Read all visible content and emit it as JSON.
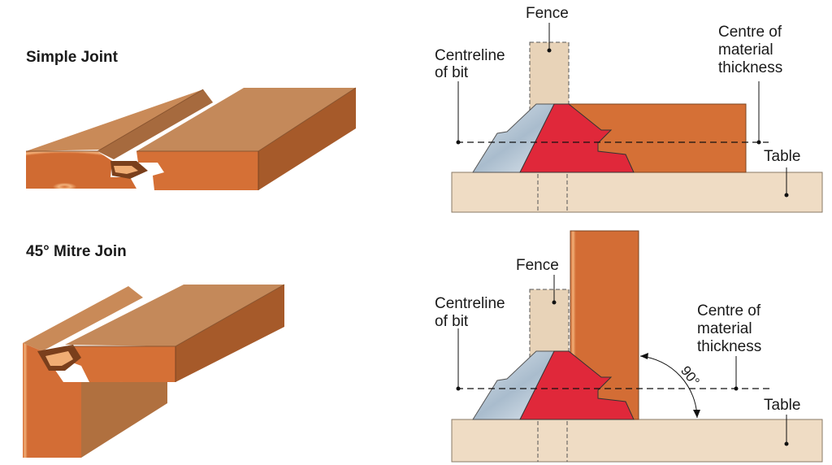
{
  "colors": {
    "wood_top": "#c98a58",
    "wood_side": "#a85d2c",
    "wood_face": "#d9773e",
    "wood_ring": "#f2b27c",
    "fence": "#e8d3b8",
    "table": "#efdcc4",
    "cutter_red": "#e0283a",
    "cutter_steel": "#b9c8d6"
  },
  "left": {
    "simple_title": "Simple Joint",
    "mitre_title": "45° Mitre Join"
  },
  "top_diagram": {
    "fence": "Fence",
    "centreline_1": "Centreline",
    "centreline_2": "of bit",
    "centre_1": "Centre of",
    "centre_2": "material",
    "centre_3": "thickness",
    "table": "Table"
  },
  "bottom_diagram": {
    "fence": "Fence",
    "centreline_1": "Centreline",
    "centreline_2": "of bit",
    "centre_1": "Centre of",
    "centre_2": "material",
    "centre_3": "thickness",
    "table": "Table",
    "angle": "90°"
  }
}
